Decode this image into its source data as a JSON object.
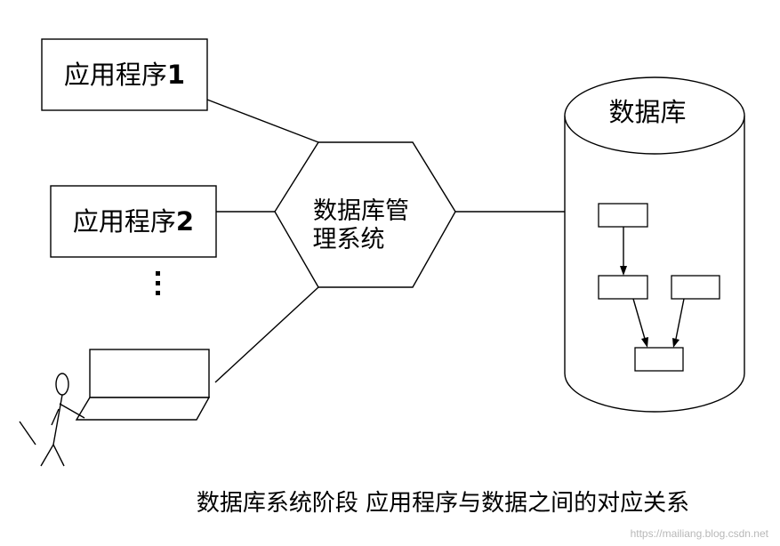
{
  "diagram": {
    "apps": [
      {
        "prefix": "应用程序",
        "num": "1"
      },
      {
        "prefix": "应用程序",
        "num": "2"
      }
    ],
    "dbms_label": {
      "line1": "数据库管",
      "line2": "理系统"
    },
    "database_label": "数据库",
    "caption": "数据库系统阶段 应用程序与数据之间的对应关系",
    "watermark": "https://mailiang.blog.csdn.net"
  }
}
